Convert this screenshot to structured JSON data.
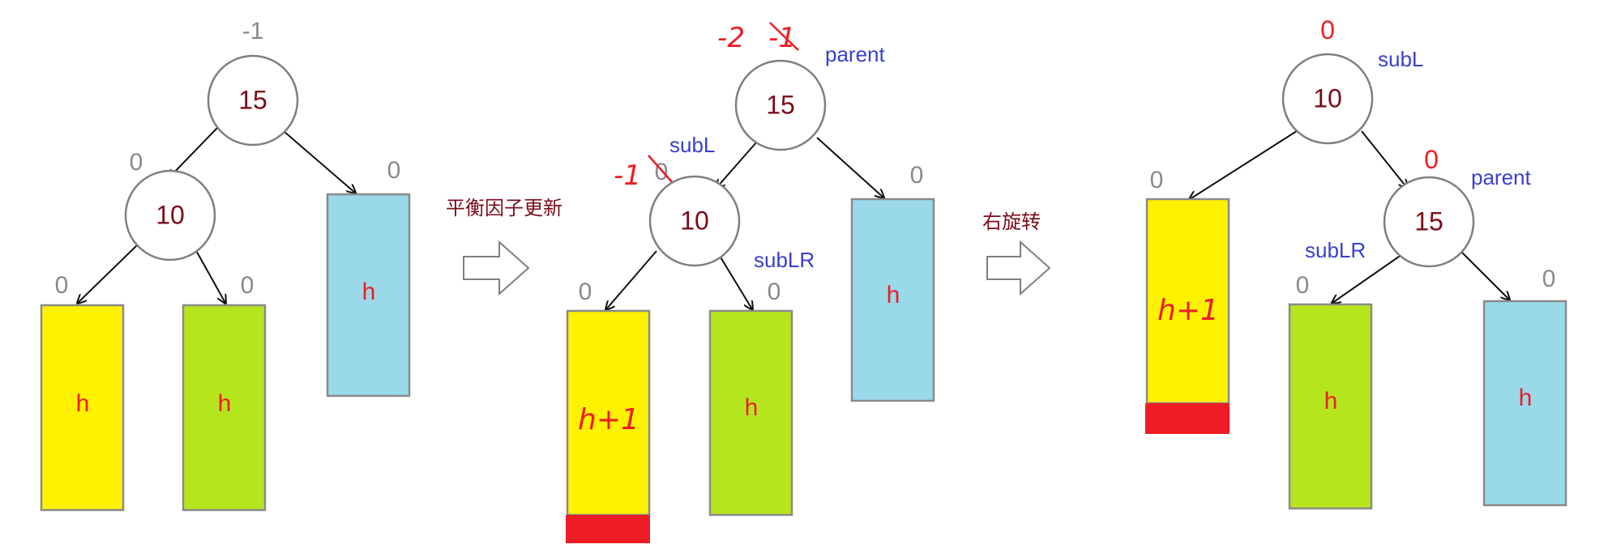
{
  "colors": {
    "yellow": "#fff200",
    "green": "#b5e61d",
    "blue": "#99d9ea",
    "red_block": "#ee1c24",
    "node_text": "#7b0c1a",
    "role_text": "#3a3fd0",
    "balance_gray": "#8a8a8a",
    "balance_red": "#ee1c24"
  },
  "panel1": {
    "root": {
      "value": "15",
      "bf": "-1"
    },
    "left": {
      "value": "10",
      "bf": "0"
    },
    "right_subtree": {
      "label": "h",
      "bf": "0"
    },
    "left_left_subtree": {
      "label": "h",
      "bf": "0"
    },
    "left_right_subtree": {
      "label": "h",
      "bf": "0"
    }
  },
  "step1": {
    "label": "平衡因子更新",
    "arrow_icon": "right-block-arrow"
  },
  "panel2": {
    "root": {
      "value": "15",
      "bf_new": "-2",
      "bf_old": "-1",
      "role": "parent"
    },
    "left": {
      "value": "10",
      "bf_new": "-1",
      "bf_old": "0",
      "role": "subL"
    },
    "left_right_role": "subLR",
    "right_subtree": {
      "label": "h",
      "bf": "0"
    },
    "left_left_subtree": {
      "label": "h+1",
      "bf": "0"
    },
    "left_right_subtree": {
      "label": "h",
      "bf": "0"
    }
  },
  "step2": {
    "label": "右旋转",
    "arrow_icon": "right-block-arrow"
  },
  "panel3": {
    "root": {
      "value": "10",
      "bf": "0",
      "role": "subL"
    },
    "right": {
      "value": "15",
      "bf": "0",
      "role": "parent"
    },
    "right_left_role": "subLR",
    "left_subtree": {
      "label": "h+1",
      "bf": "0"
    },
    "right_left_subtree": {
      "label": "h",
      "bf": "0"
    },
    "right_right_subtree": {
      "label": "h",
      "bf": "0"
    }
  }
}
